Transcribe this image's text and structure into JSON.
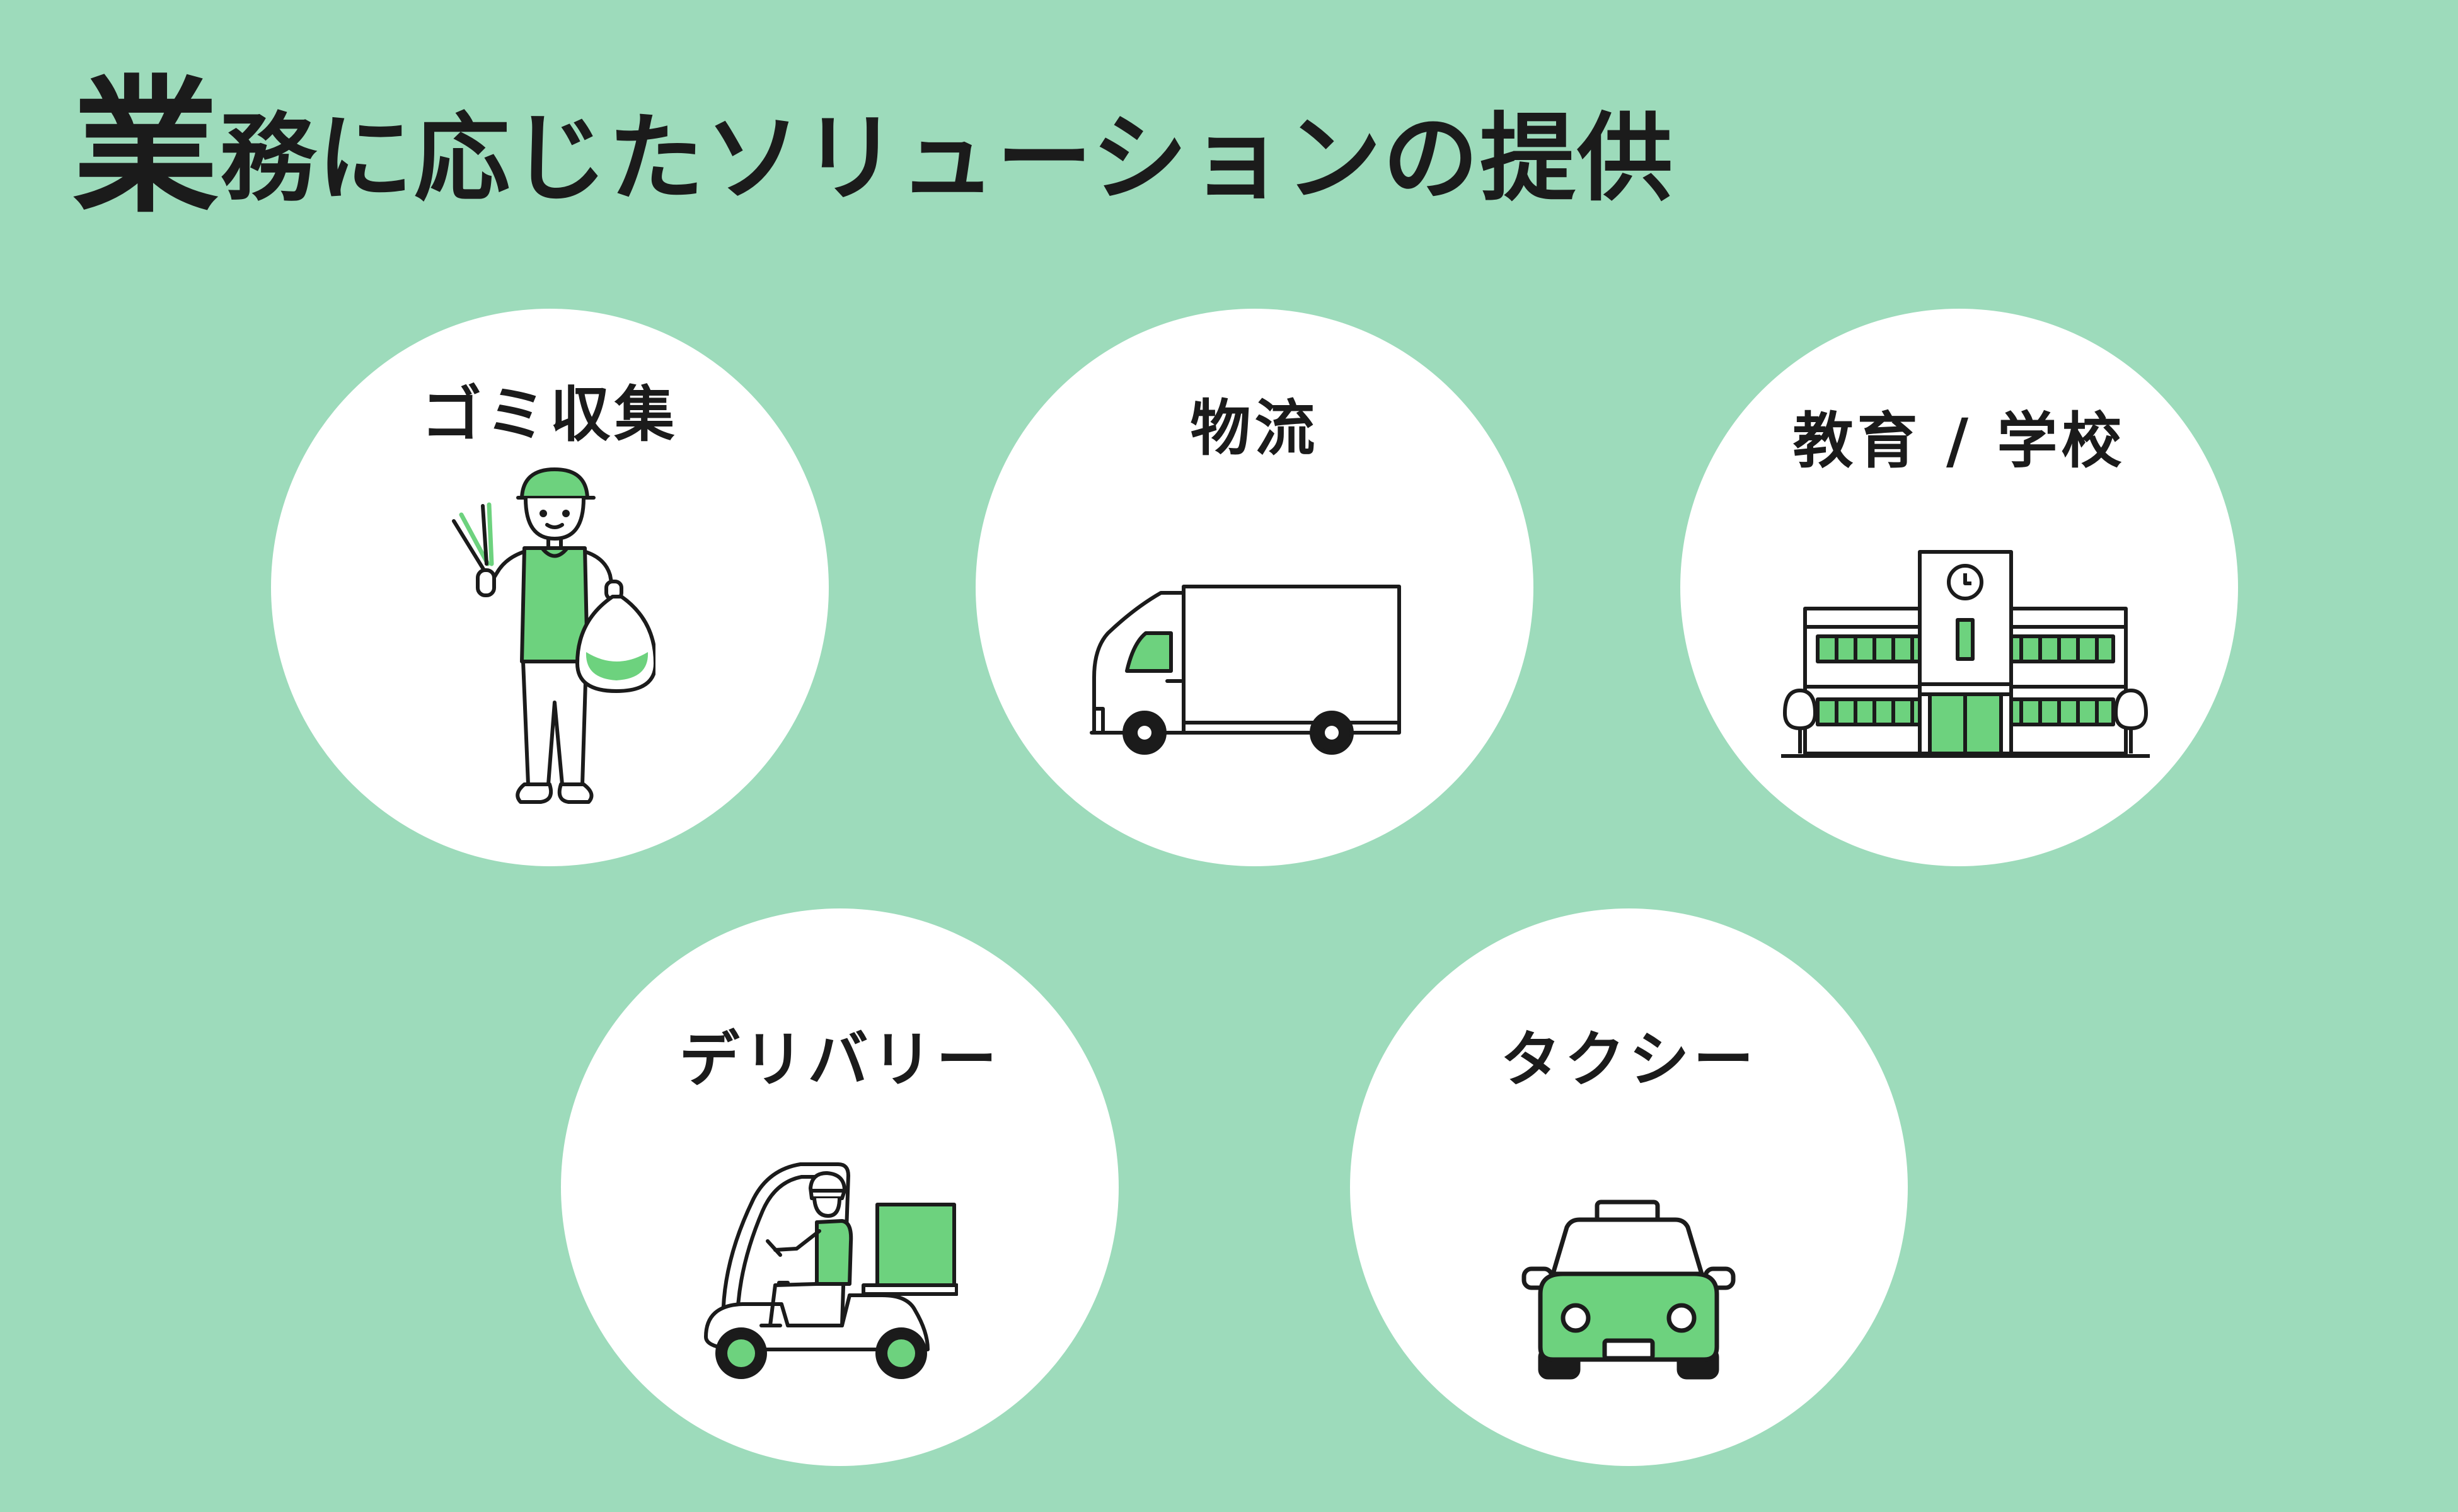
{
  "page": {
    "title_first_char": "業",
    "title_rest": "務に応じたソリューションの提供",
    "background_color": "#9ddbbb",
    "accent_color": "#6dd27e",
    "ink_color": "#1b1b1b"
  },
  "cards": [
    {
      "label": "ゴミ収集",
      "icon": "garbage-collector-icon"
    },
    {
      "label": "物流",
      "icon": "delivery-truck-icon"
    },
    {
      "label": "教育 / 学校",
      "icon": "school-building-icon"
    },
    {
      "label": "デリバリー",
      "icon": "delivery-scooter-icon"
    },
    {
      "label": "タクシー",
      "icon": "taxi-icon"
    }
  ]
}
